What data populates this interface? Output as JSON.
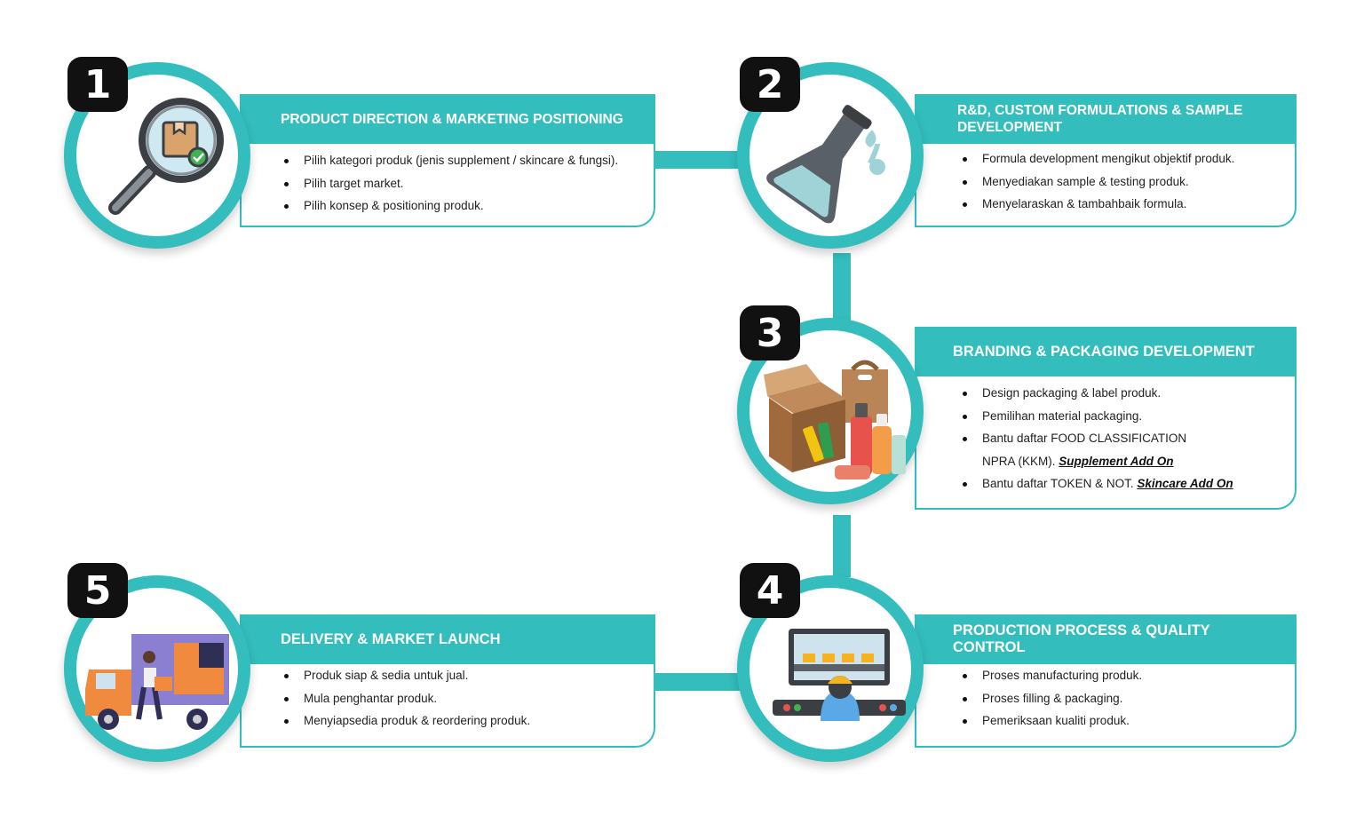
{
  "steps": [
    {
      "number": "1",
      "title": "PRODUCT DIRECTION & MARKETING POSITIONING",
      "items": [
        "Pilih kategori produk (jenis supplement / skincare & fungsi).",
        "Pilih target market.",
        "Pilih konsep & positioning produk."
      ],
      "icon": "magnifier-box-icon"
    },
    {
      "number": "2",
      "title": "R&D, CUSTOM FORMULATIONS & SAMPLE DEVELOPMENT",
      "items": [
        "Formula development mengikut objektif produk.",
        "Menyediakan sample & testing produk.",
        "Menyelaraskan & tambahbaik formula."
      ],
      "icon": "flask-icon"
    },
    {
      "number": "3",
      "title": "BRANDING & PACKAGING DEVELOPMENT",
      "items": [
        "Design packaging & label produk.",
        "Pemilihan material packaging.",
        "Bantu daftar FOOD CLASSIFICATION",
        "NPRA (KKM).",
        "Bantu daftar TOKEN & NOT."
      ],
      "addons": {
        "supplement": "Supplement Add On",
        "skincare": "Skincare Add On"
      },
      "icon": "packaging-boxes-icon"
    },
    {
      "number": "4",
      "title": "PRODUCTION PROCESS & QUALITY CONTROL",
      "items": [
        "Proses manufacturing produk.",
        "Proses filling & packaging.",
        "Pemeriksaan kualiti produk."
      ],
      "icon": "production-line-icon"
    },
    {
      "number": "5",
      "title": "DELIVERY & MARKET LAUNCH",
      "items": [
        "Produk siap & sedia untuk jual.",
        "Mula penghantar produk.",
        "Menyiapsedia produk & reordering produk."
      ],
      "icon": "delivery-truck-icon"
    }
  ],
  "colors": {
    "accent": "#33bdbd",
    "badge": "#111111",
    "text": "#222222"
  }
}
